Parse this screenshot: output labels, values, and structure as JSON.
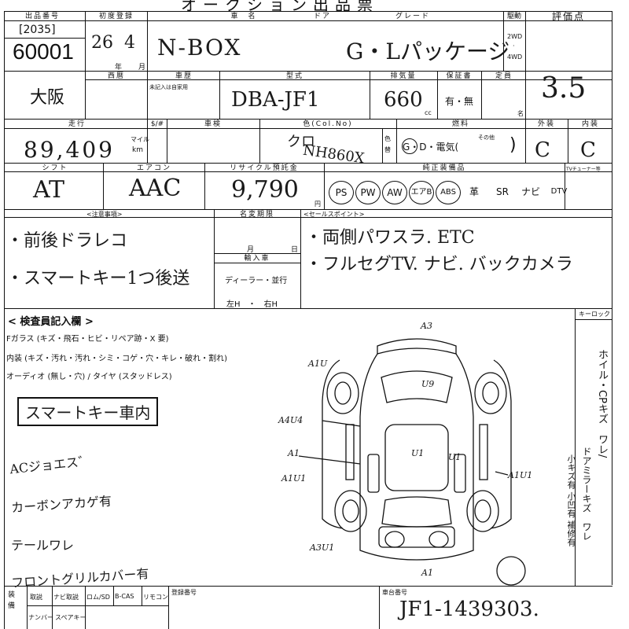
{
  "sheet": {
    "top_title": "オークション出品票",
    "venue_header": "出品番号",
    "venue_code": "[2035]",
    "lot_number": "60001",
    "region": "大阪",
    "first_reg_header": "初度登録",
    "first_reg_year": "26",
    "first_reg_month": "4",
    "year_unit": "年",
    "month_unit": "月",
    "car_name_header": "車　名",
    "door_header": "ドア",
    "grade_header": "グレード",
    "car_name": "N-BOX",
    "grade": "G・Lパッケージ",
    "drive_header": "駆動",
    "drive_2wd": "2WD",
    "drive_4wd": "4WD",
    "score_header": "評価点",
    "score": "3.5",
    "year_header": "西暦",
    "history_header": "車歴",
    "history_note": "未記入は自家用",
    "model_header": "型式",
    "model": "DBA-JF1",
    "displacement_header": "排気量",
    "displacement": "660",
    "cc_unit": "cc",
    "warranty_header": "保証書",
    "warranty_value": "有・無",
    "capacity_header": "定員",
    "capacity_unit": "名",
    "mileage_header": "走行",
    "mileage": "89,409",
    "mileage_unit_mile": "マイル",
    "mileage_unit_km": "km",
    "sharp_header": "$/#",
    "inspection_header": "車検",
    "color_header": "色(Col.No)",
    "color": "クロ",
    "color_code": "NH860X",
    "color_change": "色替",
    "fuel_header": "燃料",
    "fuel_options": "G・D・電気(",
    "fuel_other": "その他",
    "fuel_close": ")",
    "ext_header": "外装",
    "int_header": "内装",
    "ext_score": "C",
    "int_score": "C",
    "shift_header": "シフト",
    "shift": "AT",
    "aircon_header": "エアコン",
    "aircon": "AAC",
    "recycle_header": "リサイクル預託金",
    "recycle": "9,790",
    "yen_unit": "円",
    "equipment_header": "純正装備品",
    "tuner_header": "TVチューナー等",
    "equipment": [
      "PS",
      "PW",
      "AW",
      "エアB",
      "ABS",
      "革",
      "SR",
      "ナビ",
      "DTV"
    ],
    "equipment_circled": [
      "PS",
      "PW",
      "AW",
      "エアB",
      "ABS"
    ],
    "caution_header": "<注意事項>",
    "caution_lines": [
      "・前後ドラレコ",
      "・スマートキー1つ後送"
    ],
    "deadline_header": "名変期限",
    "deadline_month": "月",
    "deadline_day": "日",
    "import_header": "輸入車",
    "import_value": "ディーラー・並行",
    "steering_value": "左H　・　右H",
    "sales_header": "<セールスポイント>",
    "sales_lines": [
      "・両側パワスラ. ETC",
      "・フルセグTV. ナビ. バックカメラ"
    ],
    "inspector_header": "< 検査員記入欄 >",
    "f_glass_line": "Fガラス (キズ・飛石・ヒビ・リペア跡・X 要)",
    "interior_line": "内装 (キズ・汚れ・汚れ・シミ・コゲ・穴・キレ・破れ・割れ)",
    "audio_line": "オーディオ (無し・穴) / タイヤ (スタッドレス)",
    "smartkey_box": "スマートキー車内",
    "notes": [
      "ACジョエス゛",
      "カーボンアカゲ有",
      "テールワレ",
      "フロントグリルカバー有"
    ],
    "keylock_header": "キーロック",
    "side_note_1": "ホイル・CPキズ　ワレ/",
    "side_note_2": "ドアミラーキズ　ワレ",
    "side_note_3": "小キズ有 小凹有 補修有",
    "footer_cells_top": [
      "取説",
      "ナビ取説",
      "ロム/SD",
      "B-CAS",
      "リモコン"
    ],
    "footer_cells_bottom": [
      "ナンバー",
      "スペアキー"
    ],
    "footer_left": "装備",
    "reg_number_header": "登録番号",
    "chassis_header": "車台番号",
    "chassis": "JF1-1439303."
  },
  "diagram": {
    "labels": [
      "A3",
      "U1",
      "U9",
      "A1U",
      "A4U4",
      "A1",
      "A1U1",
      "U1",
      "A1U1",
      "A3U1",
      "A1"
    ]
  }
}
